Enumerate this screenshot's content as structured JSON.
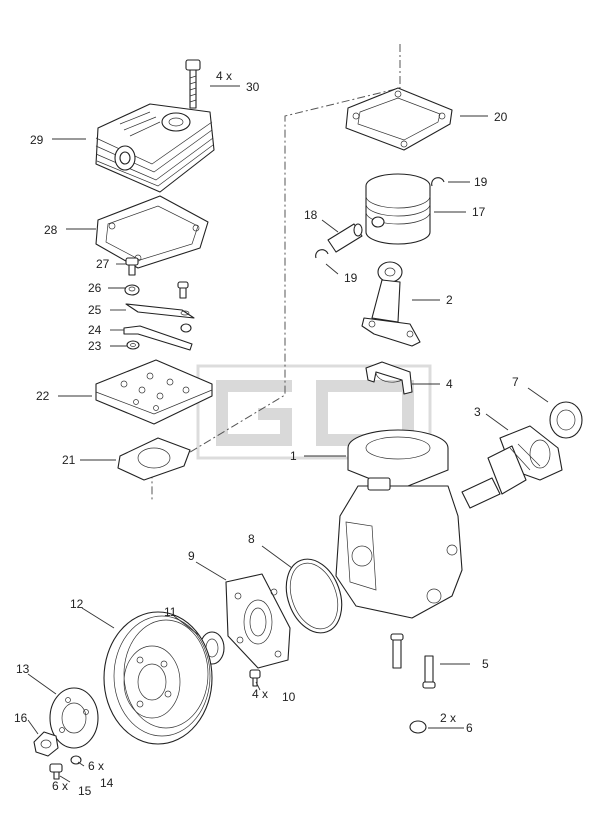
{
  "watermark": {
    "text": "GD",
    "color": "#d9d9d9"
  },
  "colors": {
    "line": "#222222",
    "background": "#ffffff"
  },
  "callouts": [
    {
      "id": "30",
      "number": "30",
      "qty": "4 x"
    },
    {
      "id": "29",
      "number": "29",
      "qty": ""
    },
    {
      "id": "28",
      "number": "28",
      "qty": ""
    },
    {
      "id": "27",
      "number": "27",
      "qty": ""
    },
    {
      "id": "26",
      "number": "26",
      "qty": ""
    },
    {
      "id": "25",
      "number": "25",
      "qty": ""
    },
    {
      "id": "24",
      "number": "24",
      "qty": ""
    },
    {
      "id": "23",
      "number": "23",
      "qty": ""
    },
    {
      "id": "22",
      "number": "22",
      "qty": ""
    },
    {
      "id": "21",
      "number": "21",
      "qty": ""
    },
    {
      "id": "20",
      "number": "20",
      "qty": ""
    },
    {
      "id": "19a",
      "number": "19",
      "qty": ""
    },
    {
      "id": "18",
      "number": "18",
      "qty": ""
    },
    {
      "id": "17",
      "number": "17",
      "qty": ""
    },
    {
      "id": "19b",
      "number": "19",
      "qty": ""
    },
    {
      "id": "2",
      "number": "2",
      "qty": ""
    },
    {
      "id": "4",
      "number": "4",
      "qty": ""
    },
    {
      "id": "7",
      "number": "7",
      "qty": ""
    },
    {
      "id": "3",
      "number": "3",
      "qty": ""
    },
    {
      "id": "1",
      "number": "1",
      "qty": ""
    },
    {
      "id": "8",
      "number": "8",
      "qty": ""
    },
    {
      "id": "9",
      "number": "9",
      "qty": ""
    },
    {
      "id": "12",
      "number": "12",
      "qty": ""
    },
    {
      "id": "11",
      "number": "11",
      "qty": ""
    },
    {
      "id": "10",
      "number": "10",
      "qty": "4 x"
    },
    {
      "id": "5",
      "number": "5",
      "qty": ""
    },
    {
      "id": "6",
      "number": "6",
      "qty": "2 x"
    },
    {
      "id": "13",
      "number": "13",
      "qty": ""
    },
    {
      "id": "16",
      "number": "16",
      "qty": ""
    },
    {
      "id": "14",
      "number": "14",
      "qty": "6 x"
    },
    {
      "id": "15",
      "number": "15",
      "qty": "6 x"
    }
  ]
}
